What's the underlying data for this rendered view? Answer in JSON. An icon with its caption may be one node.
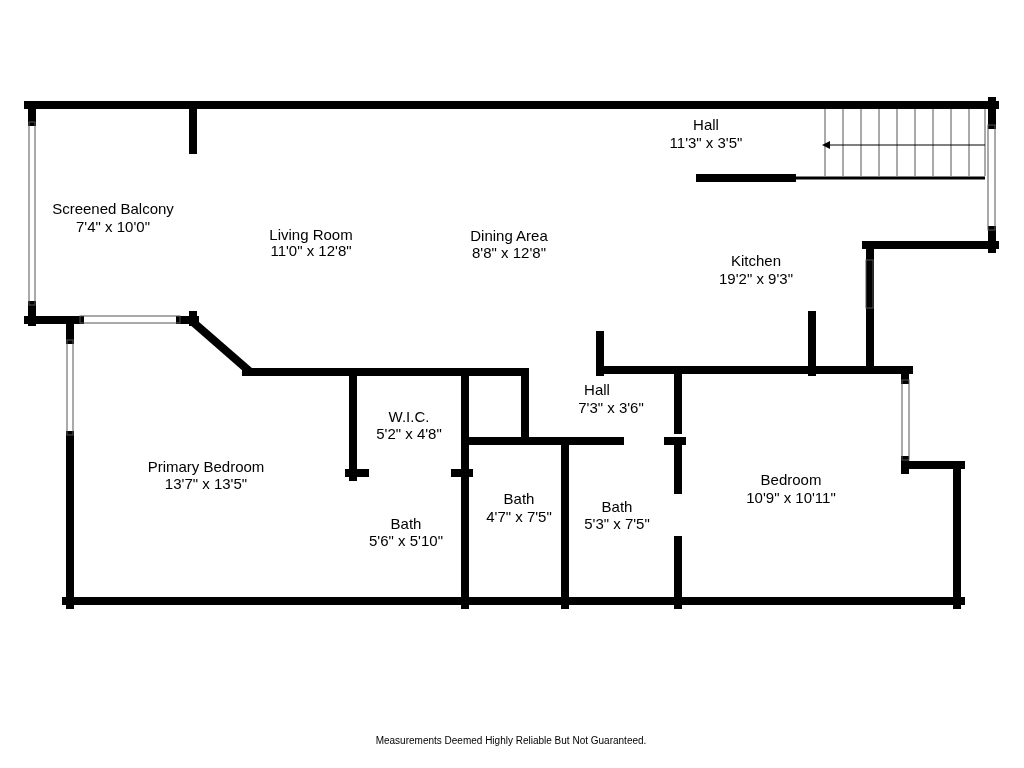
{
  "diagram": {
    "labels": [
      "Hall",
      "11'3\" x 3'5\"",
      "Screened Balcony",
      "7'4\" x 10'0\"",
      "Living Room",
      "11'0\" x 12'8\"",
      "Dining Area",
      "8'8\" x 12'8\"",
      "Kitchen",
      "19'2\" x 9'3\"",
      "Hall",
      "7'3\" x 3'6\"",
      "W.I.C.",
      "5'2\" x 4'8\"",
      "Primary Bedroom",
      "13'7\" x 13'5\"",
      "Bedroom",
      "10'9\" x 10'11\"",
      "Bath",
      "4'7\" x 7'5\"",
      "Bath",
      "5'3\" x 7'5\"",
      "Bath",
      "5'6\" x 5'10\"",
      "Measurements Deemed Highly Reliable But Not Guaranteed."
    ]
  }
}
